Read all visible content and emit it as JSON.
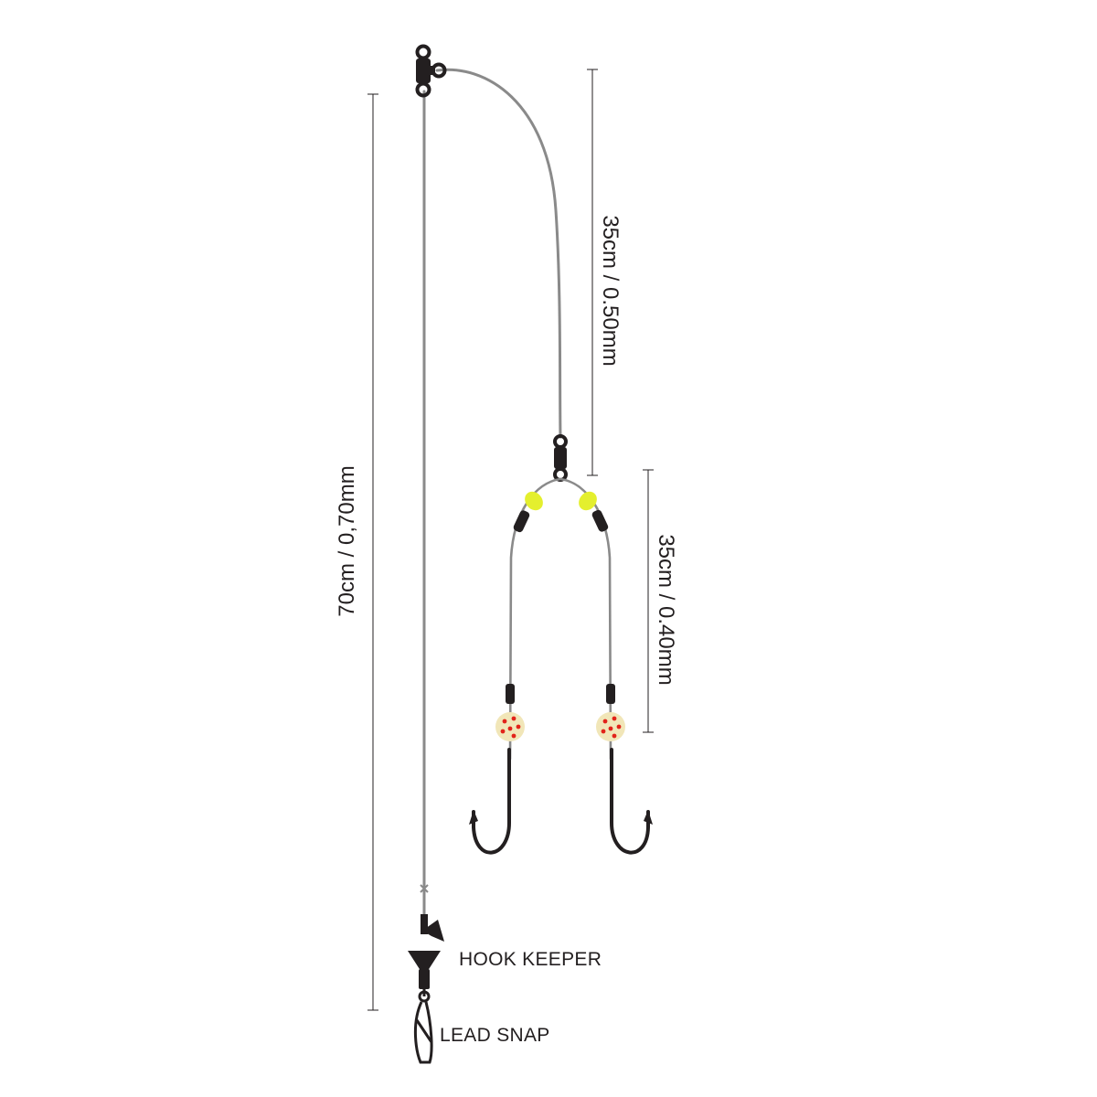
{
  "labels": {
    "main_line": "70cm / 0,70mm",
    "upper_snood": "35cm / 0.50mm",
    "lower_snoods": "35cm / 0.40mm",
    "hook_keeper": "HOOK KEEPER",
    "lead_snap": "LEAD SNAP"
  },
  "colors": {
    "line": "#8a8a8a",
    "hardware": "#231f20",
    "attractor_bead": "#e4ef2e",
    "lumi_bead": "#f1e6b8",
    "bead_dots": "#e2231a",
    "dimension_line": "#231f20"
  }
}
